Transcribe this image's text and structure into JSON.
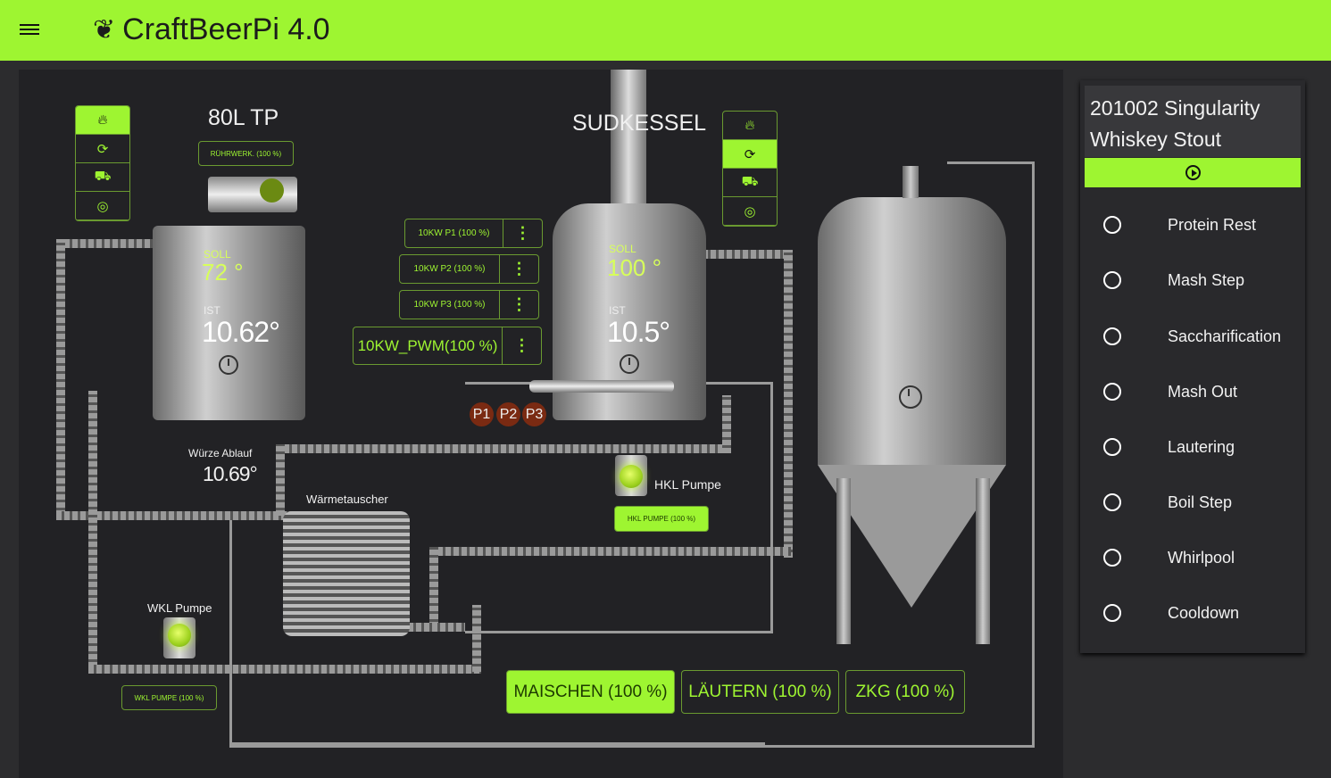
{
  "header": {
    "title": "CraftBeerPi 4.0"
  },
  "kettles": [
    {
      "name": "80L TP",
      "soll_label": "SOLL",
      "soll": "72 °",
      "ist_label": "IST",
      "ist": "10.62°",
      "agitator": "RÜHRWERK. (100 %)"
    },
    {
      "name": "SUDKESSEL",
      "soll_label": "SOLL",
      "soll": "100 °",
      "ist_label": "IST",
      "ist": "10.5°"
    }
  ],
  "heaters": [
    "10KW P1 (100 %)",
    "10KW P2 (100 %)",
    "10KW P3 (100 %)",
    "10KW_PWM(100 %)"
  ],
  "phases": [
    "P1",
    "P2",
    "P3"
  ],
  "sensor": {
    "label": "Würze Ablauf",
    "value": "10.69°"
  },
  "heat_exchanger": "Wärmetauscher",
  "hkl": {
    "label": "HKL Pumpe",
    "button": "HKL PUMPE (100 %)"
  },
  "wkl": {
    "label": "WKL Pumpe",
    "button": "WKL PUMPE (100 %)"
  },
  "actions": [
    "MAISCHEN (100 %)",
    "LÄUTERN (100 %)",
    "ZKG (100 %)"
  ],
  "recipe": {
    "name_line1": "201002 Singularity",
    "name_line2": "Whiskey Stout",
    "steps": [
      "Protein Rest",
      "Mash Step",
      "Saccharification",
      "Mash Out",
      "Lautering",
      "Boil Step",
      "Whirlpool",
      "Cooldown"
    ]
  },
  "colors": {
    "accent": "#9ef531"
  }
}
